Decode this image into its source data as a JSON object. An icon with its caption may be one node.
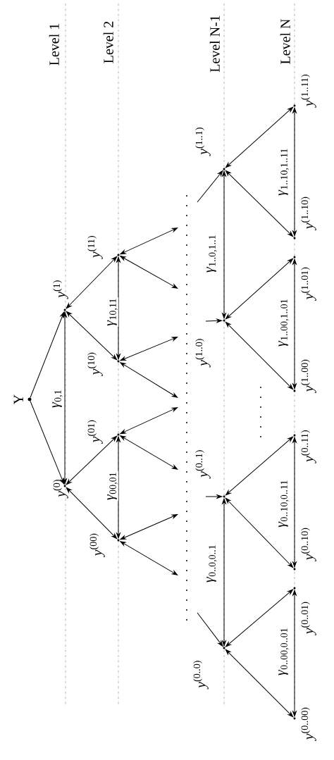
{
  "diagram": {
    "nodes": [
      {
        "text": [
          "Y"
        ]
      },
      {
        "text": [
          "*y*$^{(1)}$"
        ]
      },
      {
        "text": [
          "*y*$^{(0)}$"
        ]
      },
      {
        "text": [
          "*y*$^{(11)}$"
        ]
      },
      {
        "text": [
          "*y*$^{(10)}$"
        ]
      },
      {
        "text": [
          "*y*$^{(01)}$"
        ]
      },
      {
        "text": [
          "*y*$^{(00)}$"
        ]
      },
      {
        "text": [
          "*y*$^{(1..1)}$"
        ]
      },
      {
        "text": [
          "*y*$^{(1..0)}$"
        ]
      },
      {
        "text": [
          "*y*$^{(0..1)}$"
        ]
      },
      {
        "text": [
          "*y*$^{(0..0)}$"
        ]
      },
      {
        "text": [
          "*y*$^{(1..11)}$"
        ]
      },
      {
        "text": [
          "*y*$^{(1..10)}$"
        ]
      },
      {
        "text": [
          "*y*$^{(1..01)}$"
        ]
      },
      {
        "text": [
          "*y*$^{(1..00)}$"
        ]
      },
      {
        "text": [
          "*y*$^{(0..11)}$"
        ]
      },
      {
        "text": [
          "*y*$^{(0..10)}$"
        ]
      },
      {
        "text": [
          "*y*$^{(0..01)}$"
        ]
      },
      {
        "text": [
          "*y*$^{(0..00)}$"
        ]
      }
    ],
    "edges": [
      {
        "from": 0,
        "to": 1,
        "arrow": "to"
      },
      {
        "from": 0,
        "to": 2,
        "arrow": "to"
      },
      {
        "from": 2,
        "to": 1,
        "arrow": "both",
        "label": "*γ*$_{0,1}$"
      },
      {
        "from": 1,
        "to": 3,
        "arrow": "both"
      },
      {
        "from": 1,
        "to": 4,
        "arrow": "both"
      },
      {
        "from": 2,
        "to": 5,
        "arrow": "both"
      },
      {
        "from": 2,
        "to": 6,
        "arrow": "both"
      },
      {
        "from": 4,
        "to": 3,
        "arrow": "both",
        "label": "*γ*$_{10,11}$"
      },
      {
        "from": 6,
        "to": 5,
        "arrow": "both",
        "label": "*γ*$_{00,01}$"
      },
      {
        "from": 3,
        "to": null,
        "arrow": "both"
      },
      {
        "from": 3,
        "to": null,
        "arrow": "both"
      },
      {
        "from": 4,
        "to": null,
        "arrow": "both"
      },
      {
        "from": 4,
        "to": null,
        "arrow": "both"
      },
      {
        "from": 5,
        "to": null,
        "arrow": "both"
      },
      {
        "from": 5,
        "to": null,
        "arrow": "both"
      },
      {
        "from": 6,
        "to": null,
        "arrow": "both"
      },
      {
        "from": 6,
        "to": null,
        "arrow": "both"
      },
      {
        "from": null,
        "to": 7,
        "arrow": "to"
      },
      {
        "from": null,
        "to": 8,
        "arrow": "to"
      },
      {
        "from": null,
        "to": 9,
        "arrow": "to"
      },
      {
        "from": null,
        "to": 10,
        "arrow": "to"
      },
      {
        "from": 8,
        "to": 7,
        "arrow": "both",
        "label": "*γ*$_{1..0,1..1}$"
      },
      {
        "from": 10,
        "to": 9,
        "arrow": "both",
        "label": "*γ*$_{0..0,0..1}$"
      },
      {
        "from": 7,
        "to": 11,
        "arrow": "both"
      },
      {
        "from": 7,
        "to": 12,
        "arrow": "both"
      },
      {
        "from": 8,
        "to": 13,
        "arrow": "both"
      },
      {
        "from": 8,
        "to": 14,
        "arrow": "both"
      },
      {
        "from": 9,
        "to": 15,
        "arrow": "both"
      },
      {
        "from": 9,
        "to": 16,
        "arrow": "both"
      },
      {
        "from": 10,
        "to": 17,
        "arrow": "both"
      },
      {
        "from": 10,
        "to": 18,
        "arrow": "both"
      },
      {
        "from": 12,
        "to": 11,
        "arrow": "both",
        "label": "*γ*$_{1..10,1..11}$"
      },
      {
        "from": 14,
        "to": 13,
        "arrow": "both",
        "label": "*γ*$_{1..00,1..01}$"
      },
      {
        "from": 16,
        "to": 15,
        "arrow": "both",
        "label": "*γ*$_{0..10,0..11}$"
      },
      {
        "from": 18,
        "to": 17,
        "arrow": "both",
        "label": "*γ*$_{0..00,0..01}$"
      }
    ],
    "labels": [
      "Level 1",
      "Level 2",
      "Level N-1",
      "Level N"
    ]
  }
}
